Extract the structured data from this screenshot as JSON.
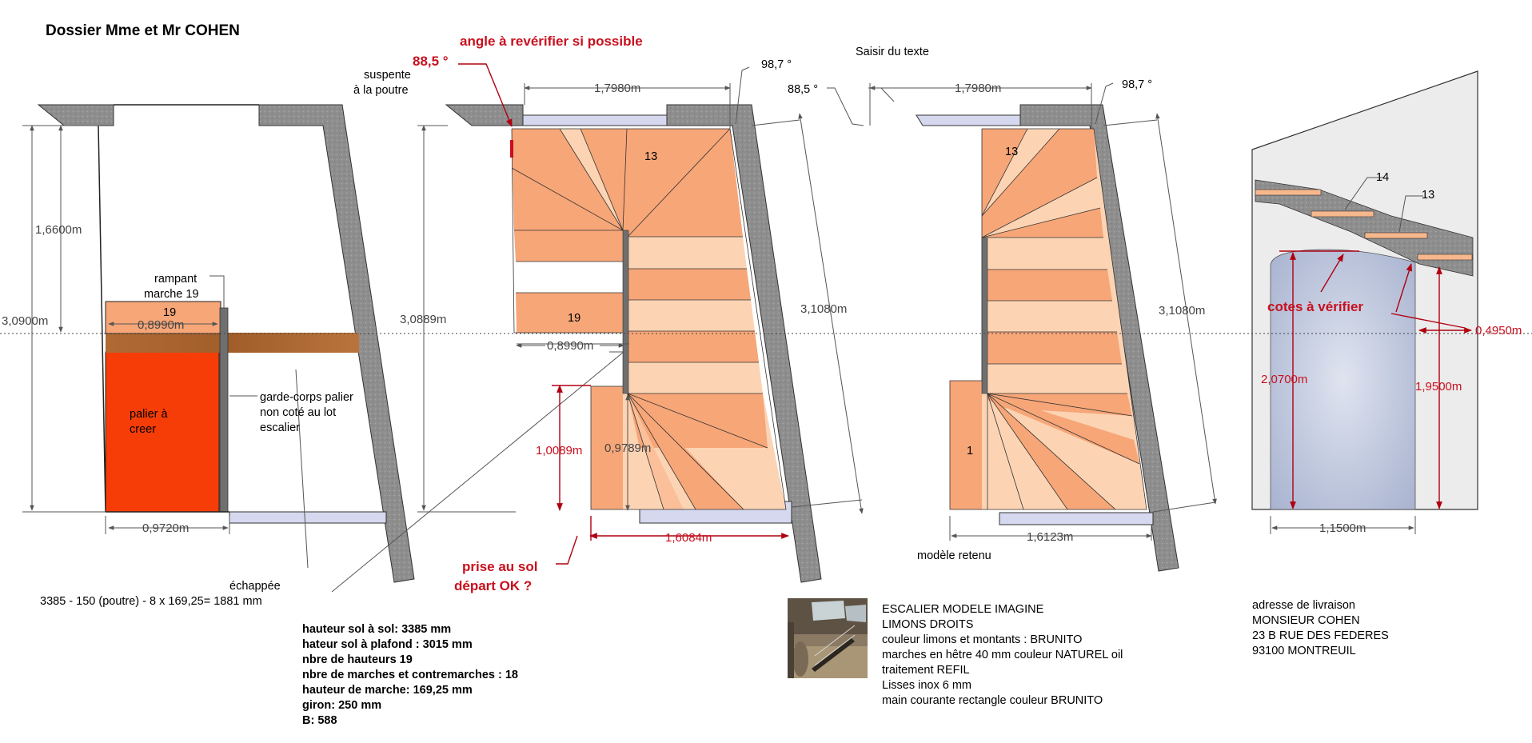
{
  "header": {
    "title": "Dossier Mme et Mr COHEN"
  },
  "annotations": {
    "angle_check": "angle à revérifier si possible",
    "angle_885_a": "88,5 °",
    "angle_885_b": "88,5 °",
    "angle_987_a": "98,7 °",
    "angle_987_b": "98,7 °",
    "saisir_texte": "Saisir du texte",
    "suspente_1": "suspente",
    "suspente_2": "à la poutre",
    "rampant_1": "rampant",
    "rampant_2": "marche 19",
    "palier_1": "palier à",
    "palier_2": "creer",
    "garde_1": "garde-corps palier",
    "garde_2": "non coté au lot",
    "garde_3": "escalier",
    "echappee": "échappée",
    "echappee_calc": "3385 - 150 (poutre) - 8 x 169,25= 1881 mm",
    "prise_1": "prise au sol",
    "prise_2": "départ  OK ?",
    "modele_retenu": "modèle retenu",
    "cotes_verifier": "cotes à vérifier"
  },
  "dimensions": {
    "d_1798_a": "1,7980m",
    "d_1798_b": "1,7980m",
    "d_1660": "1,6600m",
    "d_3090": "3,0900m",
    "d_3089": "3,0889m",
    "d_3108_a": "3,1080m",
    "d_3108_b": "3,1080m",
    "d_0899_a": "0,8990m",
    "d_0899_b": "0,8990m",
    "d_0972": "0,9720m",
    "d_1009": "1,0089m",
    "d_0979": "0,9789m",
    "d_1608": "1,6084m",
    "d_1612": "1,6123m",
    "d_2070": "2,0700m",
    "d_1950": "1,9500m",
    "d_1150": "1,1500m",
    "d_0495": "0,4950m"
  },
  "steps": {
    "s19_left": "19",
    "s13_mid": "13",
    "s19_mid": "19",
    "s13_right": "13",
    "s1_right": "1",
    "s14_section": "14",
    "s13_section": "13"
  },
  "specs": [
    "hauteur sol à sol: 3385 mm",
    "hateur sol à plafond : 3015 mm",
    "nbre de hauteurs 19",
    "nbre de marches et contremarches : 18",
    "hauteur de marche: 169,25 mm",
    "giron: 250 mm",
    "B: 588"
  ],
  "model": [
    "ESCALIER MODELE IMAGINE",
    "LIMONS  DROITS",
    "couleur limons et montants : BRUNITO",
    "marches en hêtre 40 mm couleur NATUREL oil",
    "traitement REFIL",
    "Lisses inox 6 mm",
    "main courante rectangle couleur BRUNITO"
  ],
  "delivery": [
    "adresse de livraison",
    "MONSIEUR COHEN",
    "23 B RUE DES FEDERES",
    "93100 MONTREUIL"
  ],
  "colors": {
    "accent_red": "#c8101e",
    "concrete": "#8e8e8e",
    "tread_dark": "#f7a678",
    "tread_light": "#fcd4b4",
    "palier": "#f63d08",
    "beam": "#a8622c"
  }
}
